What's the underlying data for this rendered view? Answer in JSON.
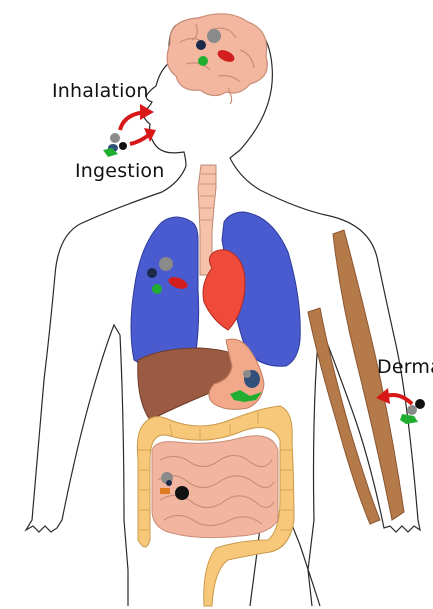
{
  "routes": {
    "inhalation": "Inhalation",
    "ingestion": "Ingestion",
    "derma": "Derma"
  },
  "colors": {
    "outline": "#2a2a2a",
    "brain": "#f3b7a0",
    "lungs": "#4a5bd0",
    "heart": "#ef4a3a",
    "liver": "#9b5b43",
    "stomach": "#f2a989",
    "esophagus": "#f6c2aa",
    "large_intestine": "#f7c879",
    "small_intestine": "#f2b6a0",
    "arm_bone": "#b57a4a",
    "arrow": "#d81818",
    "particle_dark": "#111111",
    "particle_grey": "#8a8a8a",
    "particle_navy": "#1c2a4a",
    "particle_green": "#1fae2f",
    "particle_red": "#d21e1e",
    "particle_orange": "#e07b22"
  }
}
